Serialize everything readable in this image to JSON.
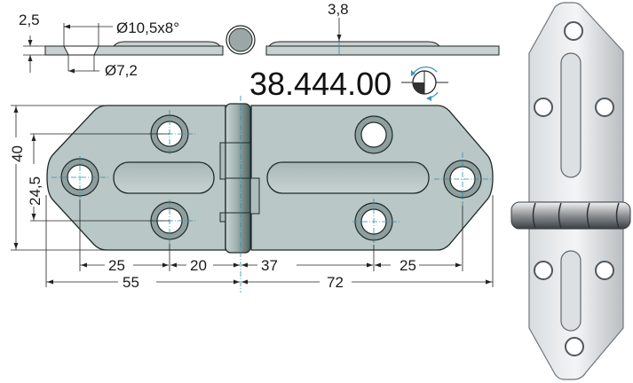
{
  "product": {
    "code": "38.444.00",
    "rotation_icon": "rotation-quadrant-icon"
  },
  "side_view": {
    "thickness": "2,5",
    "countersink_outer": "Ø10,5x8°",
    "countersink_inner": "Ø7,2",
    "boss_height": "3,8"
  },
  "plan_view": {
    "height_overall": "40",
    "hole_spacing_vertical": "24,5",
    "bottom_dims": {
      "left_hole_to_mid": "25",
      "mid_to_pin": "20",
      "pin_to_mid_right": "37",
      "mid_right_to_end_hole": "25",
      "left_leaf_length": "55",
      "right_leaf_length": "72"
    }
  },
  "photo": {
    "label": "stainless-hinge-photo"
  },
  "colors": {
    "leaf_fill": "#b9c7c6",
    "leaf_stroke": "#1e2a2a",
    "pin_fill": "#7f9493",
    "center_line": "#2a8fb0",
    "dim_line": "#222222",
    "rotation_arrow": "#3b95bf"
  }
}
